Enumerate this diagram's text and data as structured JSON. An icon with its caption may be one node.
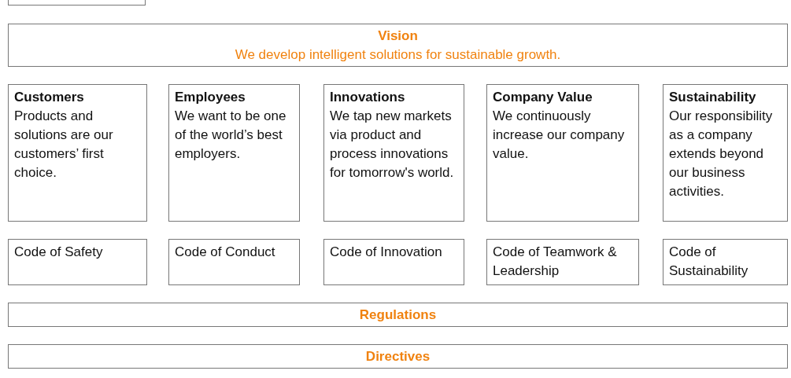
{
  "diagram": {
    "nodes": [
      {
        "text": [],
        "shape": "box"
      },
      {
        "text": [
          "Vision",
          "We develop intelligent solutions for sustainable growth."
        ]
      },
      {
        "text": [
          "Customers",
          "Products and solutions are our customers’ first choice."
        ]
      },
      {
        "text": [
          "Employees",
          "We want to be one of the world’s best employers."
        ]
      },
      {
        "text": [
          "Innovations",
          "We tap new markets via product and process innovations for tomorrow's world."
        ]
      },
      {
        "text": [
          "Company Value",
          "We continuously increase our company value."
        ]
      },
      {
        "text": [
          "Sustainability",
          "Our responsibility as a company extends beyond our business activities."
        ]
      },
      {
        "text": [
          "Code of Safety"
        ]
      },
      {
        "text": [
          "Code of Conduct"
        ]
      },
      {
        "text": [
          "Code of Innovation"
        ]
      },
      {
        "text": [
          "Code of Teamwork & Leadership"
        ]
      },
      {
        "text": [
          "Code of Sustainability"
        ]
      },
      {
        "text": [
          "Regulations"
        ]
      },
      {
        "text": [
          "Directives"
        ]
      }
    ],
    "edges": []
  }
}
